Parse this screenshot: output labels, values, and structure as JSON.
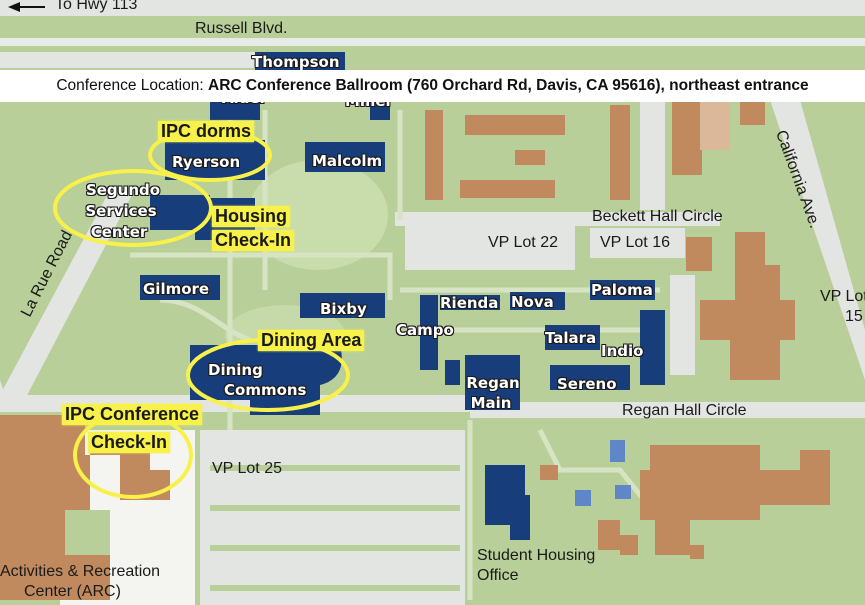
{
  "banner": {
    "label": "Conference Location:",
    "location": "ARC Conference Ballroom (760 Orchard Rd, Davis, CA 95616), northeast entrance"
  },
  "directions": {
    "to_hwy": "To Hwy 113"
  },
  "streets": {
    "russell": "Russell Blvd.",
    "la_rue": "La Rue Road",
    "california": "California Ave.",
    "beckett": "Beckett Hall Circle",
    "regan_circle": "Regan Hall Circle"
  },
  "lots": {
    "lot22": "VP Lot 22",
    "lot16": "VP Lot 16",
    "lot25": "VP Lot 25",
    "lot15a": "VP Lot",
    "lot15b": "15"
  },
  "buildings": {
    "thompson": "Thompson",
    "alder": "Alder",
    "miller": "Miller",
    "ryerson": "Ryerson",
    "malcolm": "Malcolm",
    "segundo_1": "Segundo",
    "segundo_2": "Services",
    "segundo_3": "Center",
    "gilmore": "Gilmore",
    "bixby": "Bixby",
    "rienda": "Rienda",
    "nova": "Nova",
    "paloma": "Paloma",
    "campo": "Campo",
    "talara": "Talara",
    "indio": "Indio",
    "regan_1": "Regan",
    "regan_2": "Main",
    "sereno": "Sereno",
    "dining_1": "Dining",
    "dining_2": "Commons",
    "housing_office_1": "Student Housing",
    "housing_office_2": "Office",
    "arc_1": "Activities & Recreation",
    "arc_2": "Center (ARC)"
  },
  "highlights": {
    "ipc_dorms": "IPC dorms",
    "housing_1": "Housing",
    "housing_2": "Check-In",
    "dining_area": "Dining Area",
    "ipc_conf_1": "IPC Conference",
    "ipc_conf_2": "Check-In"
  },
  "colors": {
    "grass": "#b9cf99",
    "road": "#e3e5e3",
    "path": "#d6e4c4",
    "dorm": "#173d7a",
    "other_building": "#c08a5e",
    "highlight": "#f7f14a"
  }
}
